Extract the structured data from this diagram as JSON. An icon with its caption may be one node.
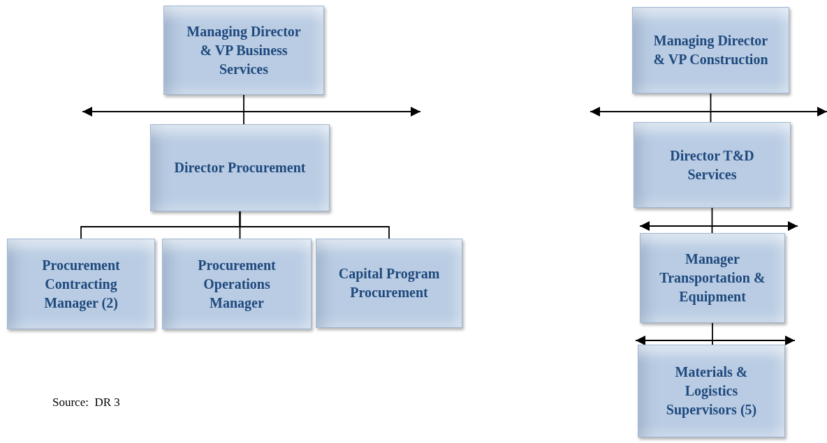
{
  "diagram": {
    "nodes": [
      {
        "text": [
          "Managing Director & VP Business Services"
        ]
      },
      {
        "text": [
          "Director Procurement"
        ]
      },
      {
        "text": [
          "Procurement Contracting Manager (2)"
        ]
      },
      {
        "text": [
          "Procurement Operations Manager"
        ]
      },
      {
        "text": [
          "Capital Program Procurement"
        ]
      },
      {
        "text": [
          "Managing Director & VP Construction"
        ]
      },
      {
        "text": [
          "Director T&D Services"
        ]
      },
      {
        "text": [
          "Manager Transportation & Equipment"
        ]
      },
      {
        "text": [
          "Materials & Logistics Supervisors (5)"
        ]
      }
    ],
    "edges": [
      {
        "from": 0,
        "to": 1,
        "arrow": "none"
      },
      {
        "from": 1,
        "to": 2,
        "arrow": "none"
      },
      {
        "from": 1,
        "to": 3,
        "arrow": "none"
      },
      {
        "from": 1,
        "to": 4,
        "arrow": "none"
      },
      {
        "from": 5,
        "to": 6,
        "arrow": "none"
      },
      {
        "from": 6,
        "to": 7,
        "arrow": "none"
      },
      {
        "from": 7,
        "to": 8,
        "arrow": "none"
      }
    ],
    "labels": [
      "Source:  DR 3"
    ]
  }
}
